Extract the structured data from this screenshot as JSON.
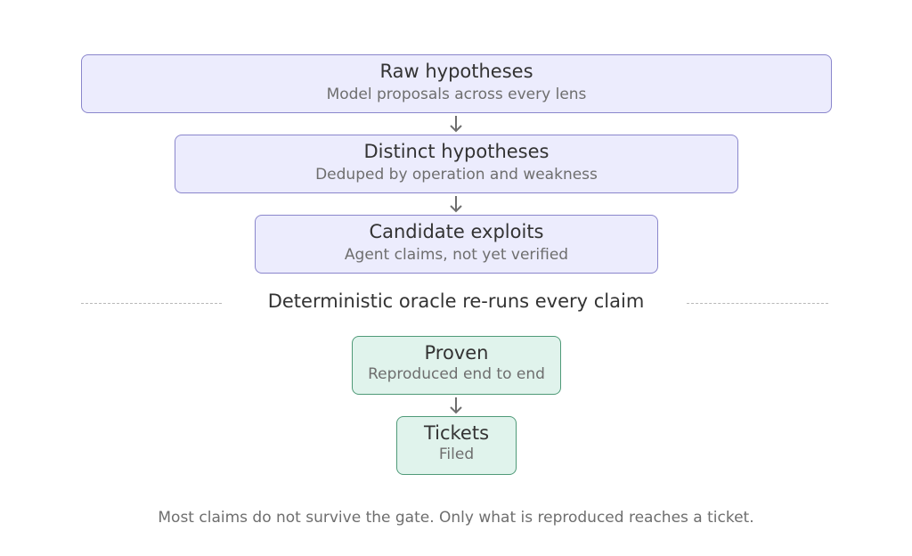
{
  "stages": [
    {
      "title": "Raw hypotheses",
      "subtitle": "Model proposals across every lens"
    },
    {
      "title": "Distinct hypotheses",
      "subtitle": "Deduped by operation and weakness"
    },
    {
      "title": "Candidate exploits",
      "subtitle": "Agent claims, not yet verified"
    }
  ],
  "gate": {
    "label": "Deterministic oracle re-runs every claim"
  },
  "outcomes": [
    {
      "title": "Proven",
      "subtitle": "Reproduced end to end"
    },
    {
      "title": "Tickets",
      "subtitle": "Filed"
    }
  ],
  "footnote": "Most claims do not survive the gate. Only what is reproduced reaches a ticket.",
  "colors": {
    "funnel_fill": "#ececfd",
    "funnel_border": "#8a86cc",
    "outcome_fill": "#e0f3ec",
    "outcome_border": "#4f9a78",
    "arrow": "#6e6e6e"
  }
}
